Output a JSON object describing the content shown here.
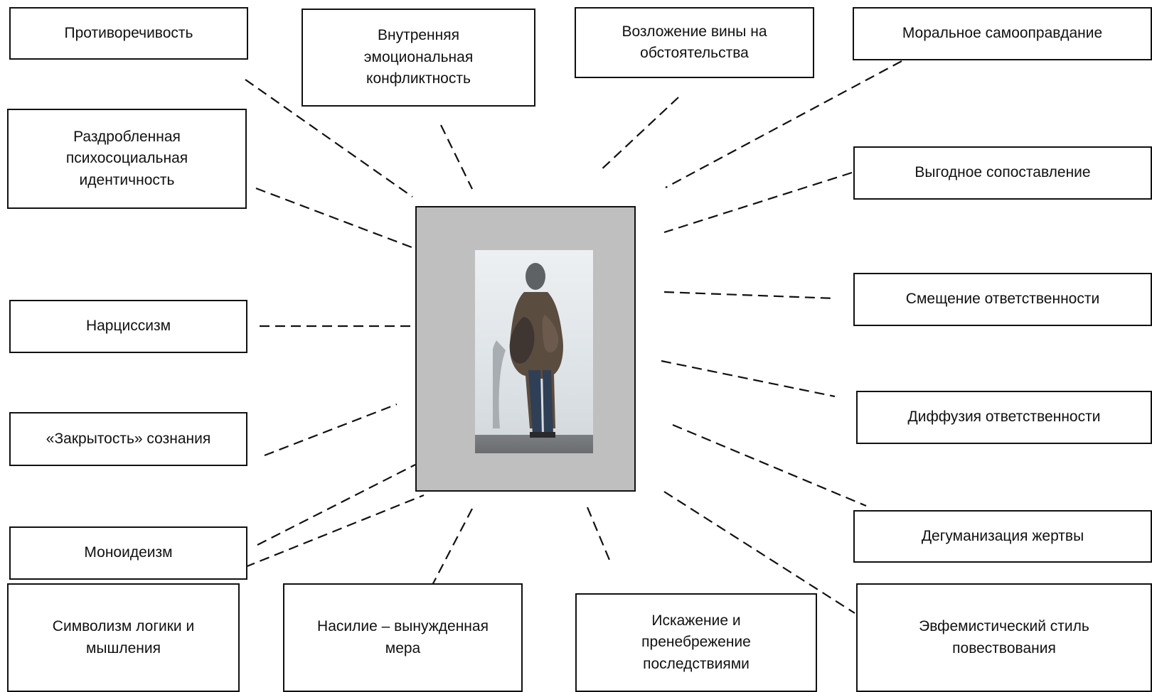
{
  "diagram": {
    "center_image": {
      "description_icon": "statue-man-with-dog"
    },
    "nodes": [
      {
        "label": "Противоречивость"
      },
      {
        "label": "Внутренняя\nэмоциональная\nконфликтность"
      },
      {
        "label": "Возложение вины на\nобстоятельства"
      },
      {
        "label": "Моральное самооправдание"
      },
      {
        "label": "Раздробленная\nпсихосоциальная\nидентичность"
      },
      {
        "label": "Выгодное сопоставление"
      },
      {
        "label": "Нарциссизм"
      },
      {
        "label": "Смещение ответственности"
      },
      {
        "label": "«Закрытость» сознания"
      },
      {
        "label": "Диффузия ответственности"
      },
      {
        "label": "Дегуманизация жертвы"
      },
      {
        "label": "Моноидеизм"
      },
      {
        "label": "Символизм логики и\nмышления"
      },
      {
        "label": "Насилие – вынужденная\nмера"
      },
      {
        "label": "Искажение и\nпренебрежение\nпоследствиями"
      },
      {
        "label": "Эвфемистический стиль\nповествования"
      }
    ]
  }
}
